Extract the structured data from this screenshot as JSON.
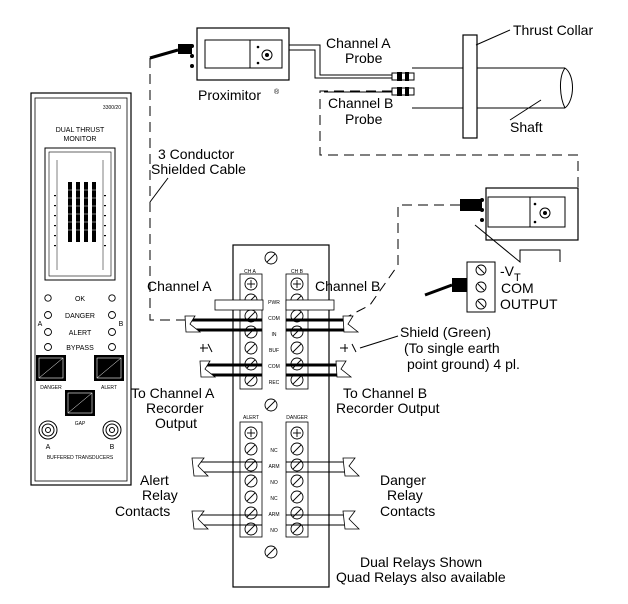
{
  "labels": {
    "thrust_collar": "Thrust Collar",
    "channel_a_probe_1": "Channel A",
    "channel_a_probe_2": "Probe",
    "channel_b_probe_1": "Channel B",
    "channel_b_probe_2": "Probe",
    "shaft": "Shaft",
    "proximitor": "Proximitor",
    "proximitor_mark": "®",
    "cable_1": "3 Conductor",
    "cable_2": "Shielded Cable",
    "channel_a": "Channel A",
    "channel_b": "Channel B",
    "vt": "-V",
    "vt_sub": "T",
    "com": "COM",
    "output": "OUTPUT",
    "shield_1": "Shield (Green)",
    "shield_2": "(To single earth",
    "shield_3": "point ground) 4 pl.",
    "rec_a_1": "To Channel A",
    "rec_a_2": "Recorder",
    "rec_a_3": "Output",
    "rec_b_1": "To Channel B",
    "rec_b_2": "Recorder Output",
    "alert_1": "Alert",
    "alert_2": "Relay",
    "alert_3": "Contacts",
    "danger_1": "Danger",
    "danger_2": "Relay",
    "danger_3": "Contacts",
    "relays_1": "Dual Relays Shown",
    "relays_2": "Quad Relays also available"
  },
  "monitor": {
    "model": "3300/20",
    "title_1": "DUAL THRUST",
    "title_2": "MONITOR",
    "ok": "OK",
    "danger": "DANGER",
    "alert": "ALERT",
    "bypass": "BYPASS",
    "side_a": "A",
    "side_b": "B",
    "btn_danger": "DANGER",
    "btn_alert": "ALERT",
    "gap": "GAP",
    "conn_a": "A",
    "conn_b": "B",
    "footer": "BUFFERED TRANSDUCERS"
  },
  "terminal_block": {
    "ch_a": "CH A",
    "ch_b": "CH B",
    "rows": [
      "PWR",
      "COM",
      "IN",
      "BUF",
      "COM",
      "REC"
    ],
    "alert_hdr": "ALERT",
    "danger_hdr": "DANGER",
    "relay_rows": [
      "NC",
      "ARM",
      "NO",
      "NC",
      "ARM",
      "NO"
    ]
  }
}
